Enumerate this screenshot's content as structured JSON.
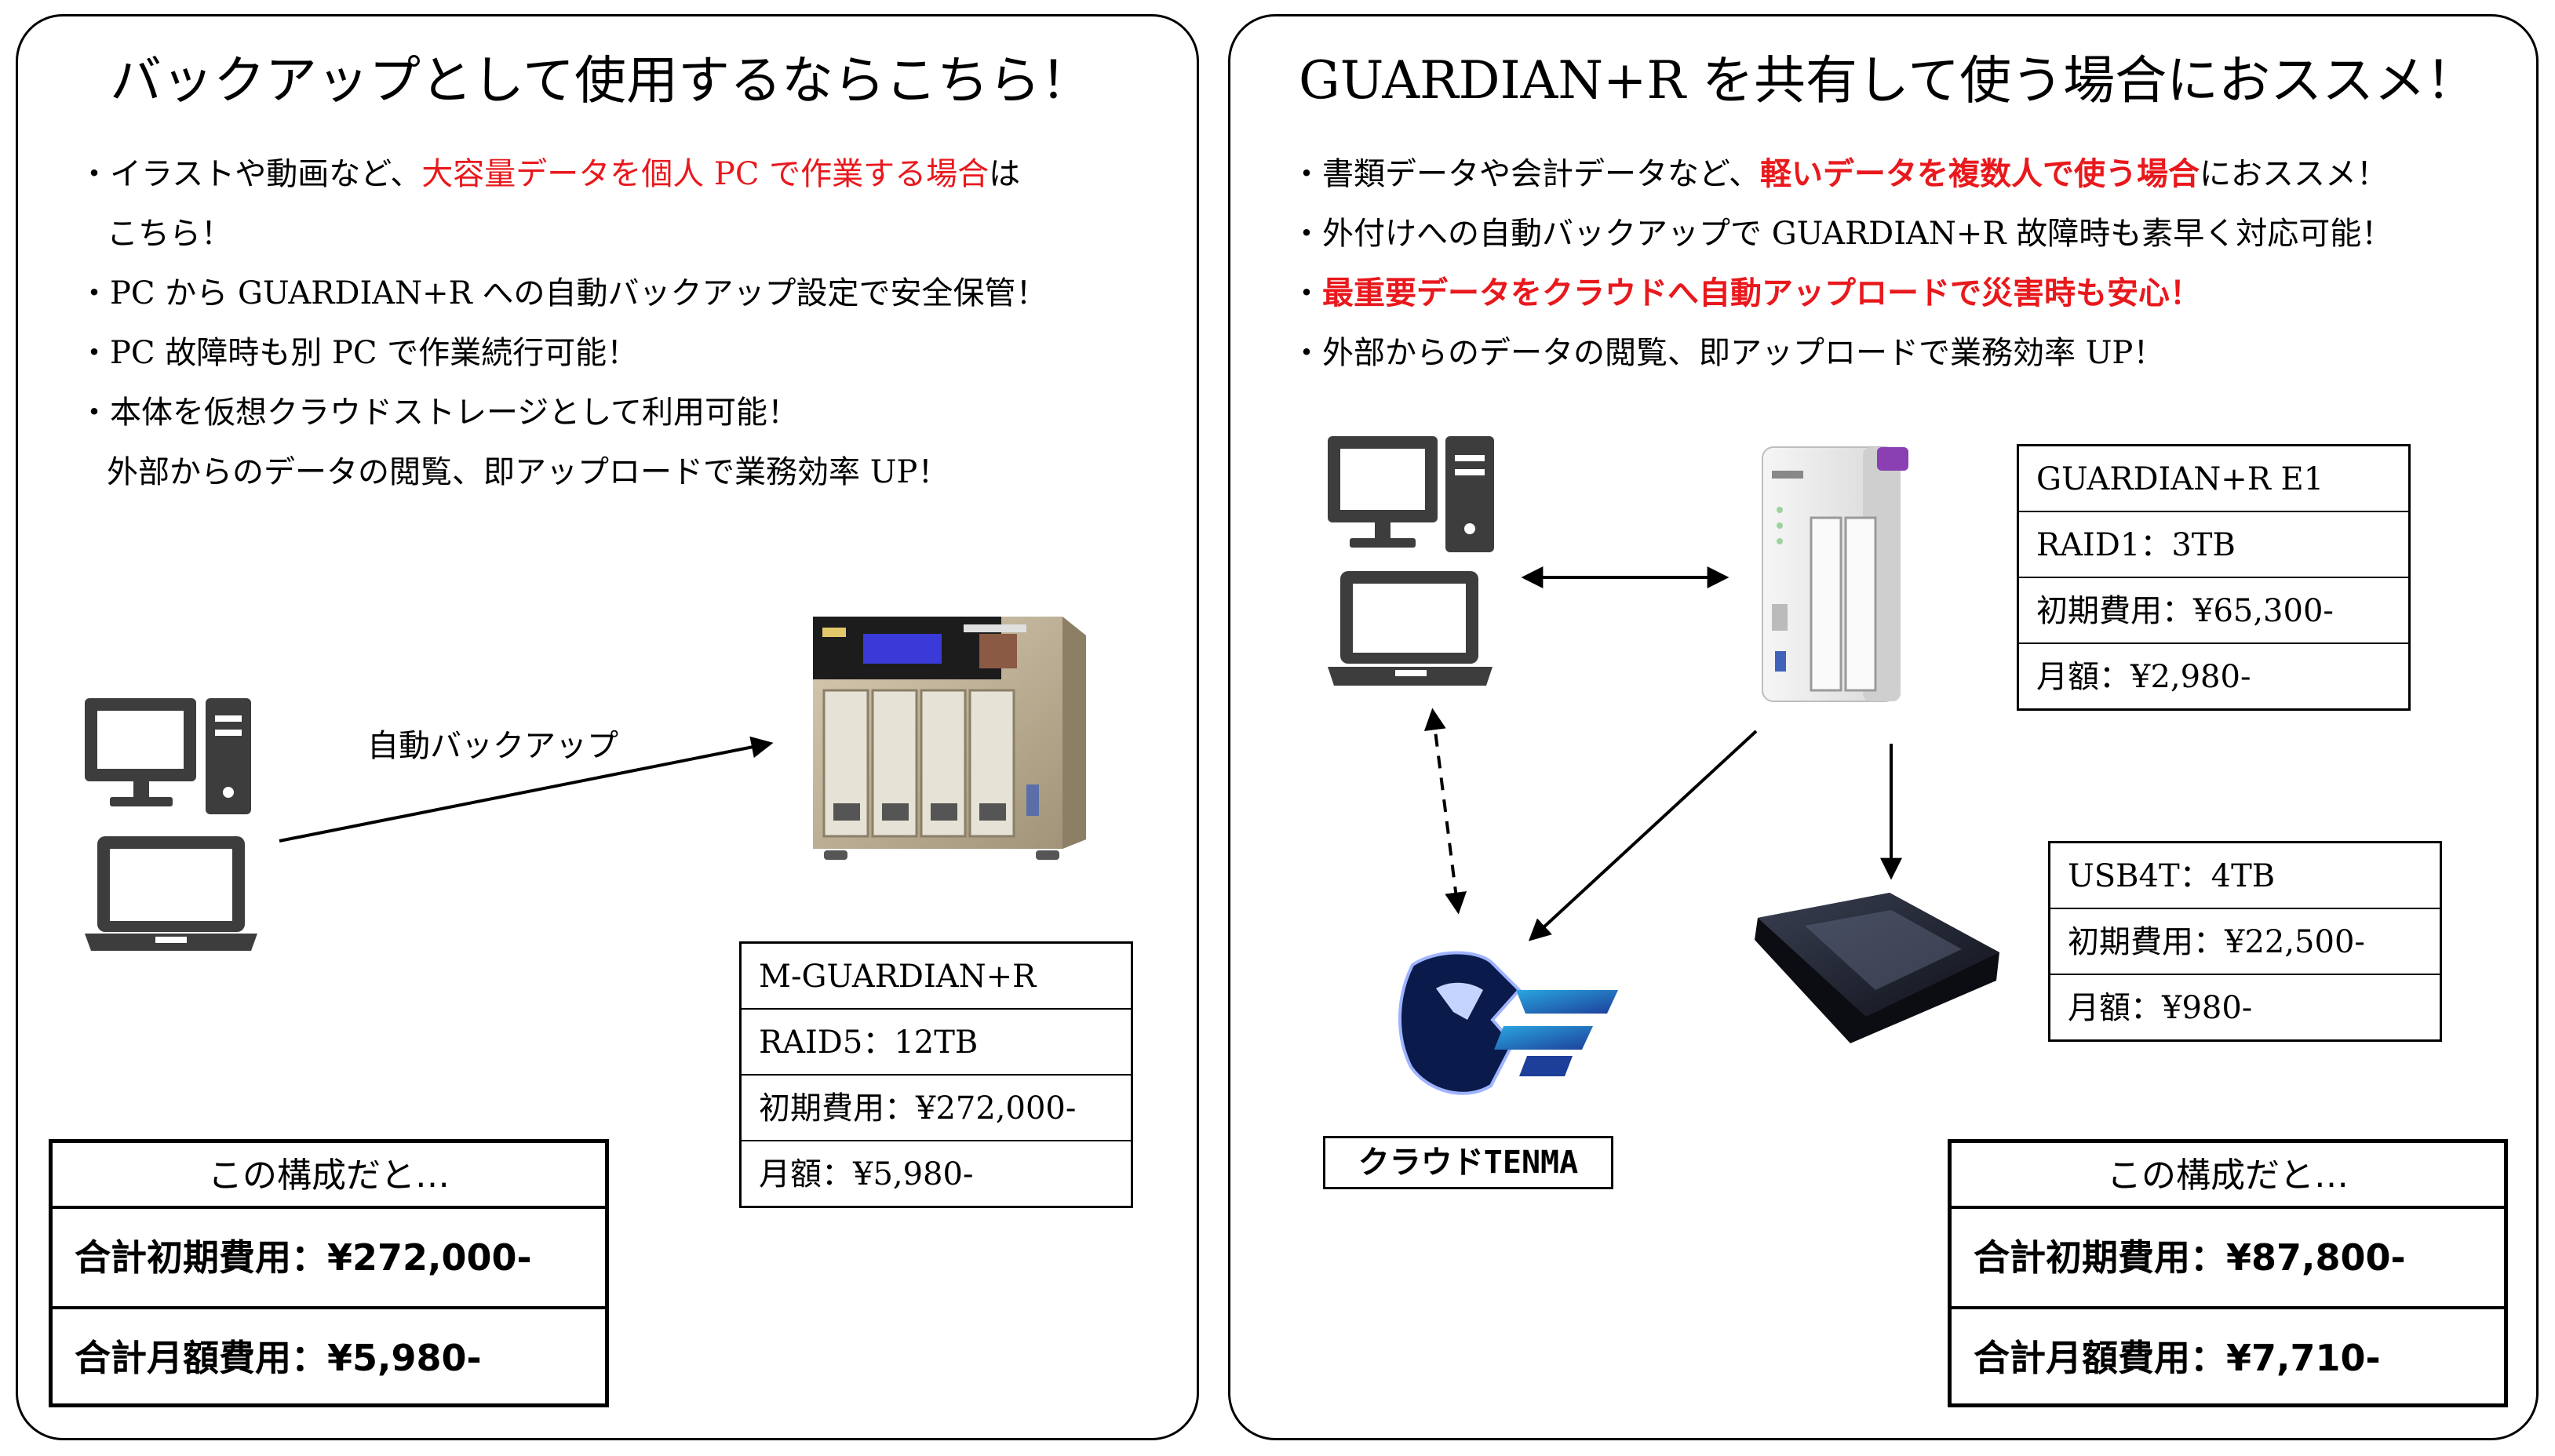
{
  "left": {
    "title": "バックアップとして使用するならこちら！",
    "bullets": {
      "b1_pre": "・イラストや動画など、",
      "b1_red": "大容量データを個人 PC で作業する場合",
      "b1_post": "は",
      "b1_cont": "こちら！",
      "b2": "・PC から GUARDIAN+R への自動バックアップ設定で安全保管！",
      "b3": "・PC 故障時も別 PC で作業続行可能！",
      "b4": "・本体を仮想クラウドストレージとして利用可能！",
      "b4_cont": "外部からのデータの閲覧、即アップロードで業務効率 UP！"
    },
    "arrow_label": "自動バックアップ",
    "spec": {
      "name": "M-GUARDIAN+R",
      "raid": "RAID5：12TB",
      "initial": "初期費用：¥272,000-",
      "monthly": "月額：¥5,980-"
    },
    "total": {
      "header": "この構成だと…",
      "initial": "合計初期費用：¥272,000-",
      "monthly": "合計月額費用：¥5,980-"
    }
  },
  "right": {
    "title": "GUARDIAN+R を共有して使う場合におススメ！",
    "bullets": {
      "b1_pre": "・書類データや会計データなど、",
      "b1_red": "軽いデータを複数人で使う場合",
      "b1_post": "におススメ！",
      "b2": "・外付けへの自動バックアップで GUARDIAN+R 故障時も素早く対応可能！",
      "b3_pre": "・",
      "b3_red": "最重要データをクラウドへ自動アップロードで災害時も安心！",
      "b4": "・外部からのデータの閲覧、即アップロードで業務効率 UP！"
    },
    "nas_spec": {
      "name": "GUARDIAN+R E1",
      "raid": "RAID1：3TB",
      "initial": "初期費用：¥65,300-",
      "monthly": "月額：¥2,980-"
    },
    "usb_spec": {
      "name": "USB4T：4TB",
      "initial": "初期費用：¥22,500-",
      "monthly": "月額：¥980-"
    },
    "cloud_label": "クラウドTENMA",
    "total": {
      "header": "この構成だと…",
      "initial": "合計初期費用：¥87,800-",
      "monthly": "合計月額費用：¥7,710-"
    }
  },
  "colors": {
    "accent_red": "#e8191d",
    "icon_dark": "#3d3d3d",
    "nas_gold": "#b8a98c",
    "nas_white": "#eeeeee",
    "nas_purple": "#8a3fb3",
    "hdd_dark": "#1c1f2b",
    "logo_blue": "#1d3f9a"
  },
  "icons": [
    "desktop-pc-icon",
    "laptop-icon",
    "nas-4bay-icon",
    "nas-2bay-icon",
    "external-hdd-icon",
    "cloud-tenma-logo"
  ]
}
